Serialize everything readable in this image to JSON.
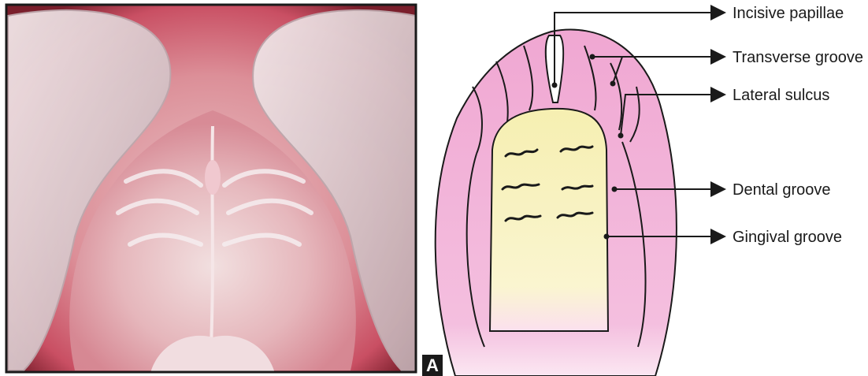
{
  "figure": {
    "panel_letter": "A",
    "labels": [
      {
        "id": "incisive-papillae",
        "text": "Incisive papillae"
      },
      {
        "id": "transverse-groove",
        "text": "Transverse groove"
      },
      {
        "id": "lateral-sulcus",
        "text": "Lateral sulcus"
      },
      {
        "id": "dental-groove",
        "text": "Dental groove"
      },
      {
        "id": "gingival-groove",
        "text": "Gingival groove"
      }
    ]
  },
  "colors": {
    "palate_pink": "#f0a7d2",
    "palate_outline": "#1a1a1a",
    "central_yellow": "#f8f2bc",
    "photo_frame": "#1a1a1a"
  }
}
